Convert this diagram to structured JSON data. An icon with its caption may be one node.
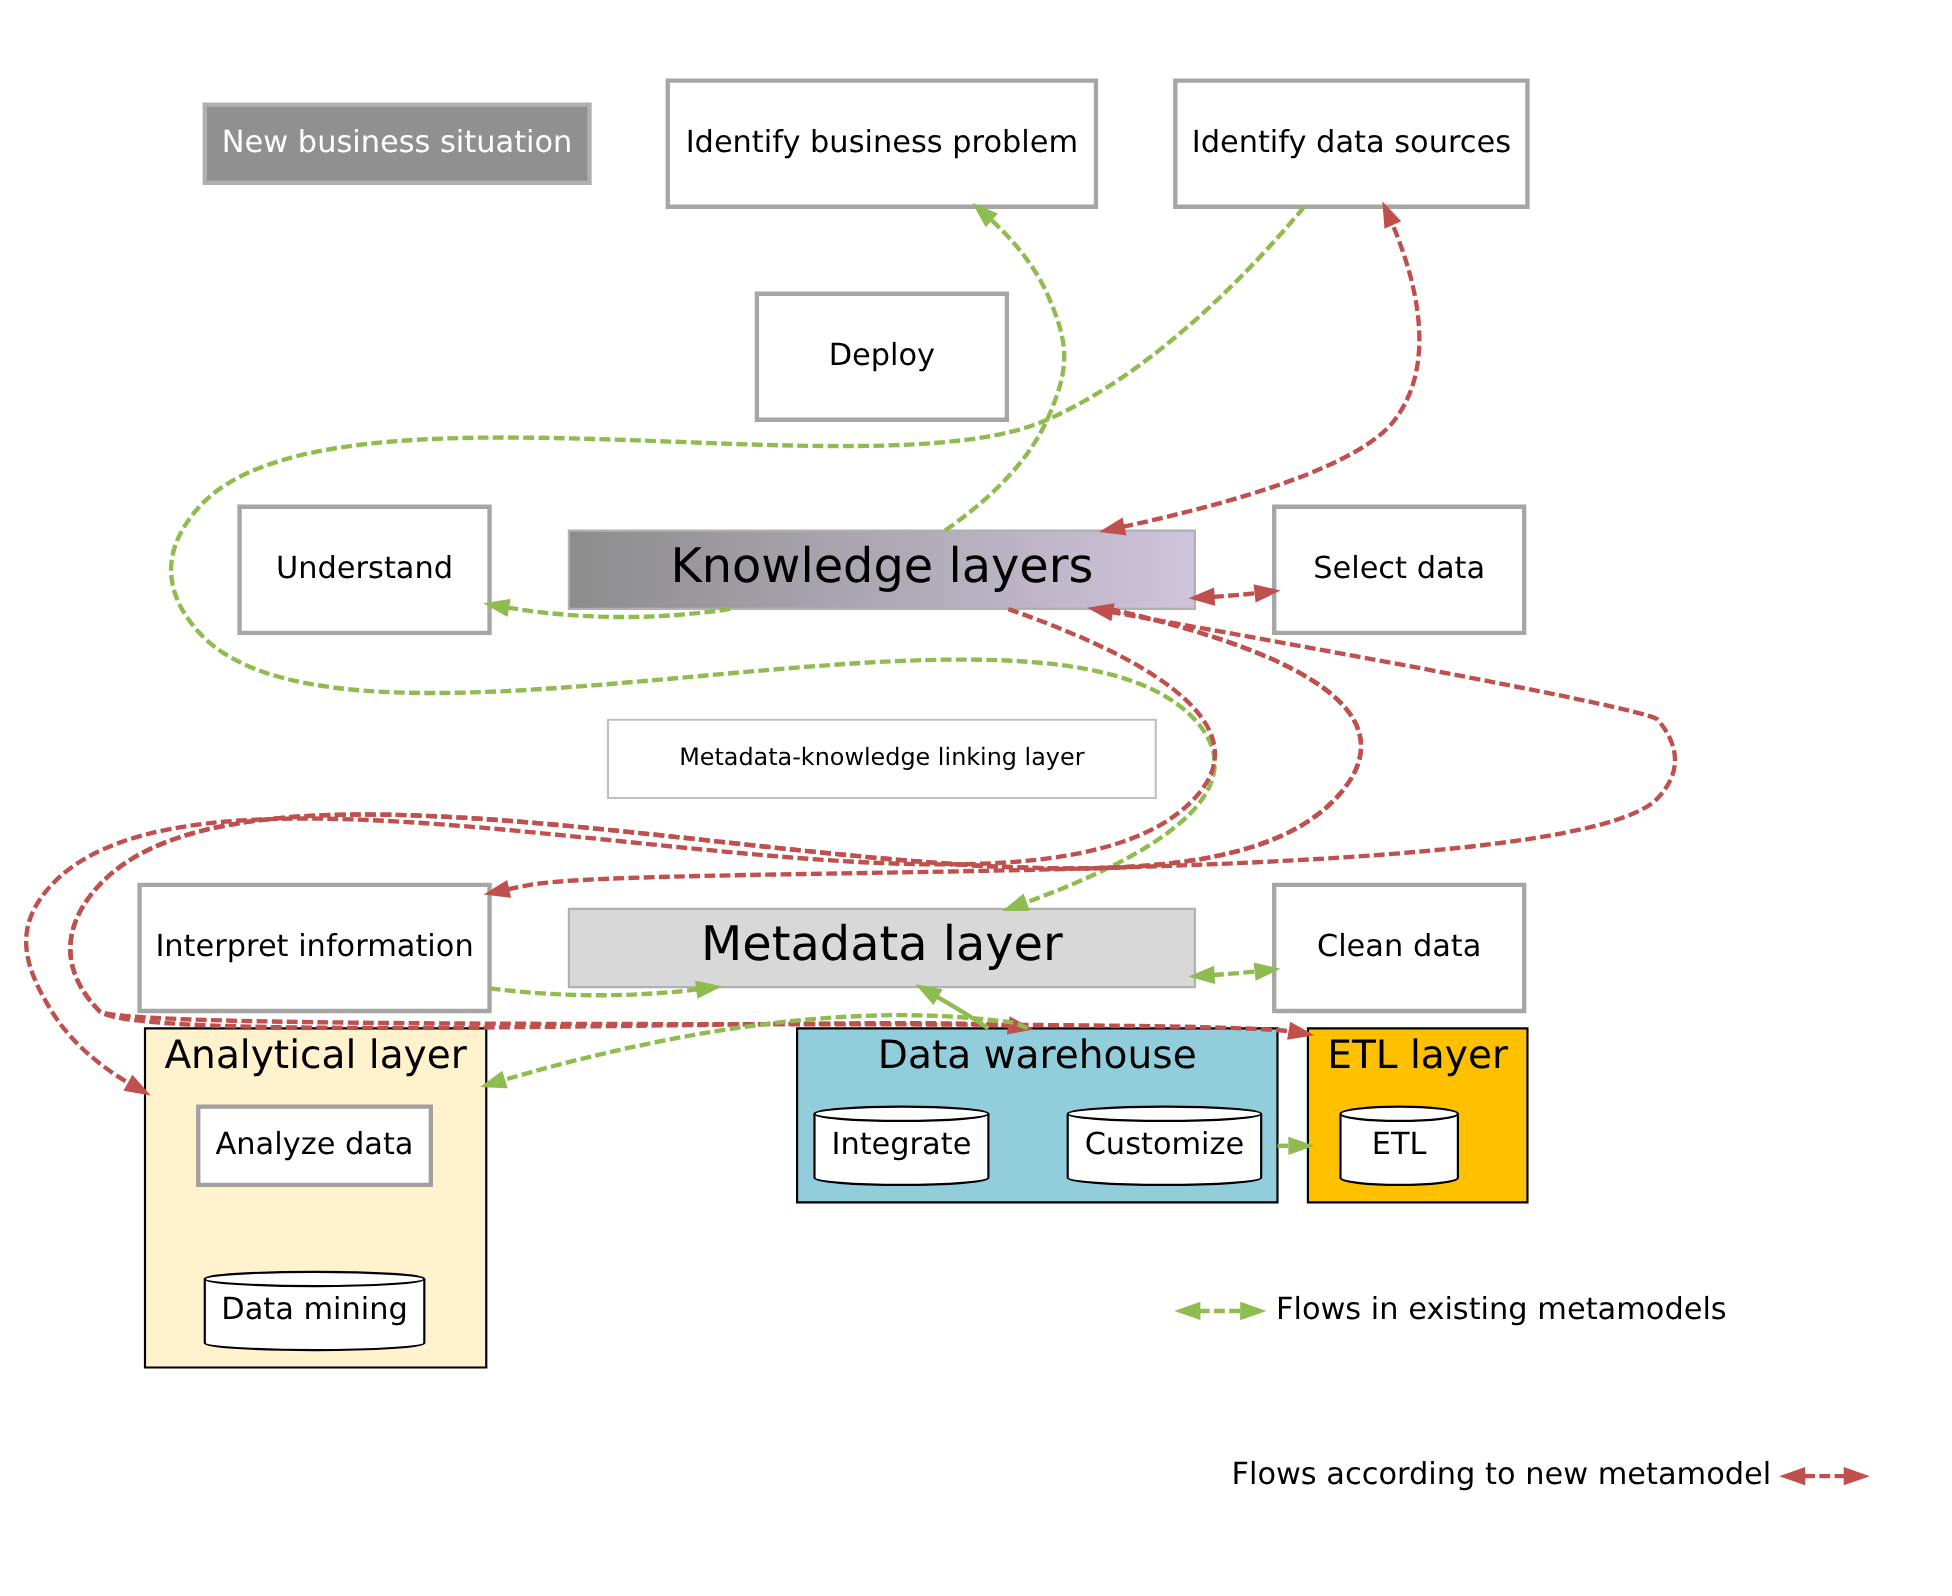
{
  "diagram": {
    "nodes": [
      {
        "text": [
          "New business situation"
        ]
      },
      {
        "text": [
          "Identify business problem"
        ]
      },
      {
        "text": [
          "Identify data sources"
        ]
      },
      {
        "text": [
          "Deploy"
        ]
      },
      {
        "text": [
          "Select data"
        ]
      },
      {
        "text": [
          "Understand"
        ]
      },
      {
        "text": [
          "Knowledge layers"
        ]
      },
      {
        "text": [
          "Metadata-knowledge linking layer"
        ]
      },
      {
        "text": [
          "Clean data"
        ]
      },
      {
        "text": [
          "Interpret information"
        ]
      },
      {
        "text": [
          "Metadata layer"
        ]
      },
      {
        "text": [
          "Analytical layer"
        ]
      },
      {
        "text": [
          "Analyze data"
        ],
        "in": 11
      },
      {
        "text": [
          "Data mining"
        ],
        "in": 11
      },
      {
        "text": [
          "ETL layer"
        ]
      },
      {
        "text": [
          "ETL"
        ],
        "in": 14
      },
      {
        "text": [
          "Data warehouse"
        ]
      },
      {
        "text": [
          "Customize"
        ],
        "in": 16
      },
      {
        "text": [
          "Integrate"
        ],
        "in": 16
      }
    ],
    "edges": [
      {
        "from": 6,
        "to": 1,
        "arrow": "to",
        "style": "dashed",
        "color": "#8fbc4f"
      },
      {
        "from": 6,
        "to": 5,
        "arrow": "to",
        "style": "dashed",
        "color": "#8fbc4f"
      },
      {
        "from": 6,
        "to": 2,
        "arrow": "both",
        "style": "dashed",
        "color": "#c0504d"
      },
      {
        "from": 2,
        "to": 10,
        "arrow": "to",
        "style": "dashed",
        "color": "#8fbc4f"
      },
      {
        "from": 6,
        "to": 4,
        "arrow": "both",
        "style": "dashed",
        "color": "#c0504d"
      },
      {
        "from": 10,
        "to": 8,
        "arrow": "both",
        "style": "dashed",
        "color": "#8fbc4f"
      },
      {
        "from": 6,
        "to": 14,
        "arrow": "to",
        "style": "dashed",
        "color": "#c0504d"
      },
      {
        "from": 6,
        "to": 16,
        "arrow": "to",
        "style": "dashed",
        "color": "#c0504d"
      },
      {
        "from": 9,
        "to": 6,
        "arrow": "both",
        "style": "dashed",
        "color": "#c0504d"
      },
      {
        "from": 6,
        "to": 11,
        "arrow": "to",
        "style": "dashed",
        "color": "#c0504d"
      },
      {
        "from": 9,
        "to": 10,
        "arrow": "to",
        "style": "dashed",
        "color": "#8fbc4f"
      },
      {
        "from": 16,
        "to": 10,
        "arrow": "to",
        "color": "#8fbc4f"
      },
      {
        "from": 16,
        "to": 14,
        "arrow": "to",
        "style": "dashed",
        "color": "#8fbc4f"
      },
      {
        "from": 16,
        "to": 11,
        "arrow": "to",
        "style": "dashed",
        "color": "#8fbc4f"
      }
    ],
    "legend": [
      {
        "text": "Flows in existing metamodels"
      },
      {
        "text": "Flows according to new metamodel"
      }
    ]
  }
}
